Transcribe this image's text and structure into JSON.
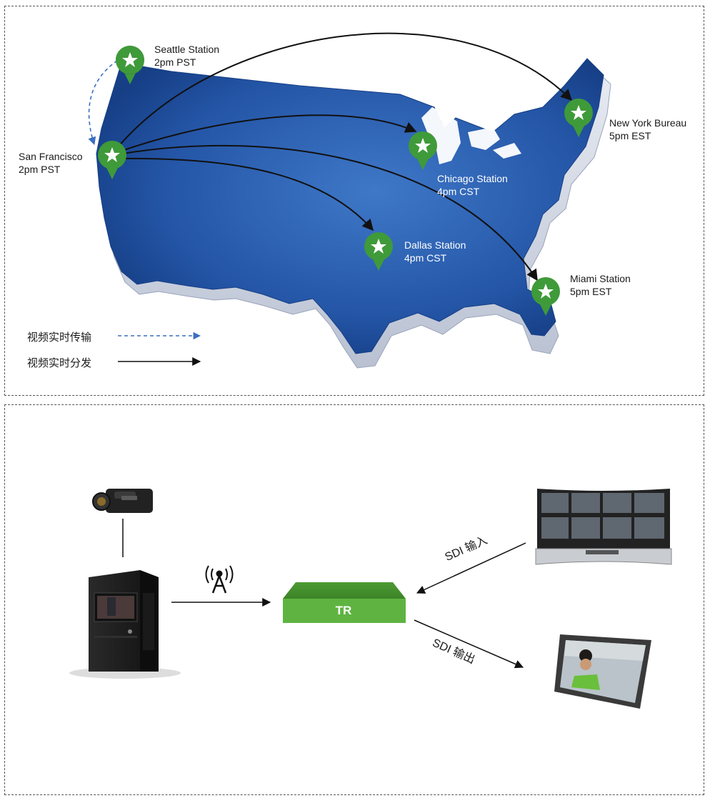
{
  "stations": {
    "seattle": {
      "name": "Seattle Station",
      "time": "2pm PST"
    },
    "sanfrancisco": {
      "name": "San Francisco",
      "time": "2pm PST"
    },
    "chicago": {
      "name": "Chicago Station",
      "time": "4pm CST"
    },
    "newyork": {
      "name": "New York Bureau",
      "time": "5pm EST"
    },
    "dallas": {
      "name": "Dallas Station",
      "time": "4pm CST"
    },
    "miami": {
      "name": "Miami Station",
      "time": "5pm EST"
    }
  },
  "legend": {
    "transfer": "视频实时传输",
    "distribute": "视频实时分发"
  },
  "diagram": {
    "tr_label": "TR",
    "sdi_in": "SDI 输入",
    "sdi_out": "SDI 输出"
  },
  "colors": {
    "map_fill": "#1f4e9c",
    "pin_green": "#3f9a3a",
    "tr_green": "#5fb441",
    "legend_dashed": "#3b6fc2"
  }
}
